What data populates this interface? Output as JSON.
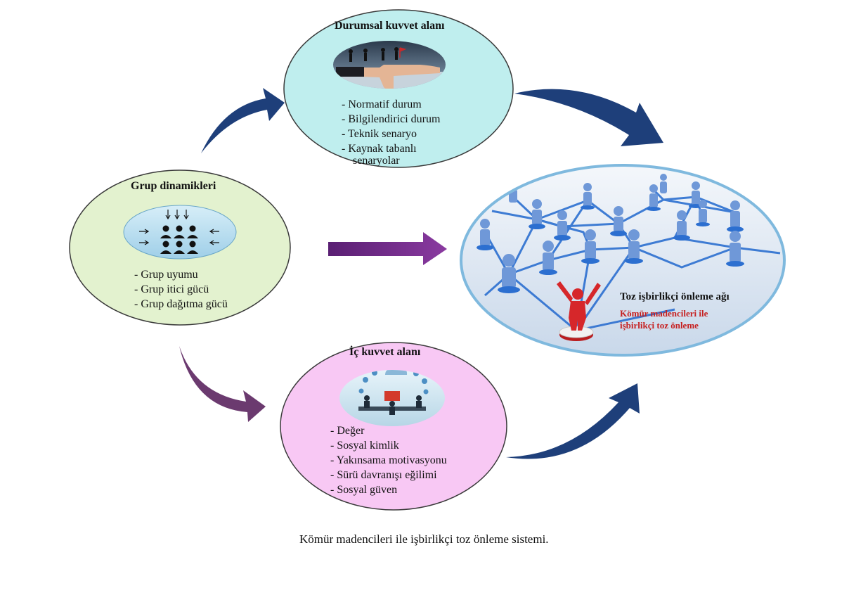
{
  "nodes": {
    "situational": {
      "title": "Durumsal kuvvet alanı",
      "items": [
        "- Normatif durum",
        "- Bilgilendirici durum",
        "- Teknik senaryo",
        "- Kaynak tabanlı",
        "senaryolar"
      ],
      "fill": "#bfeeee"
    },
    "group": {
      "title": "Grup dinamikleri",
      "items": [
        "- Grup uyumu",
        "- Grup itici gücü",
        "- Grup dağıtma gücü"
      ],
      "fill": "#e3f2cf"
    },
    "internal": {
      "title": "İç kuvvet alanı",
      "items": [
        "-  Değer",
        "-  Sosyal kimlik",
        "-  Yakınsama motivasyonu",
        "-  Sürü davranışı eğilimi",
        "-  Sosyal güven"
      ],
      "fill": "#f8c8f4"
    },
    "network": {
      "title": "Toz işbirlikçi önleme ağı",
      "subtitle": [
        "Kömür madencileri ile",
        "işbirlikçi toz önleme"
      ],
      "fill": "#dbe6f2"
    }
  },
  "caption": "Kömür madencileri ile işbirlikçi toz önleme sistemi.",
  "colors": {
    "arrow_blue": "#1e3f7a",
    "arrow_purple": "#6a2a7e",
    "arrow_plum": "#6b3a6f",
    "ellipse_stroke": "#3a3a3a",
    "network_stroke": "#7fb9de",
    "network_line": "#2c6fd0",
    "person_blue": "#6f98d8",
    "person_red": "#d6272a"
  },
  "icons": [
    "business-race-hand-icon",
    "group-pressure-icon",
    "team-desk-cloud-icon",
    "people-network-icon",
    "raised-arms-person-icon"
  ]
}
